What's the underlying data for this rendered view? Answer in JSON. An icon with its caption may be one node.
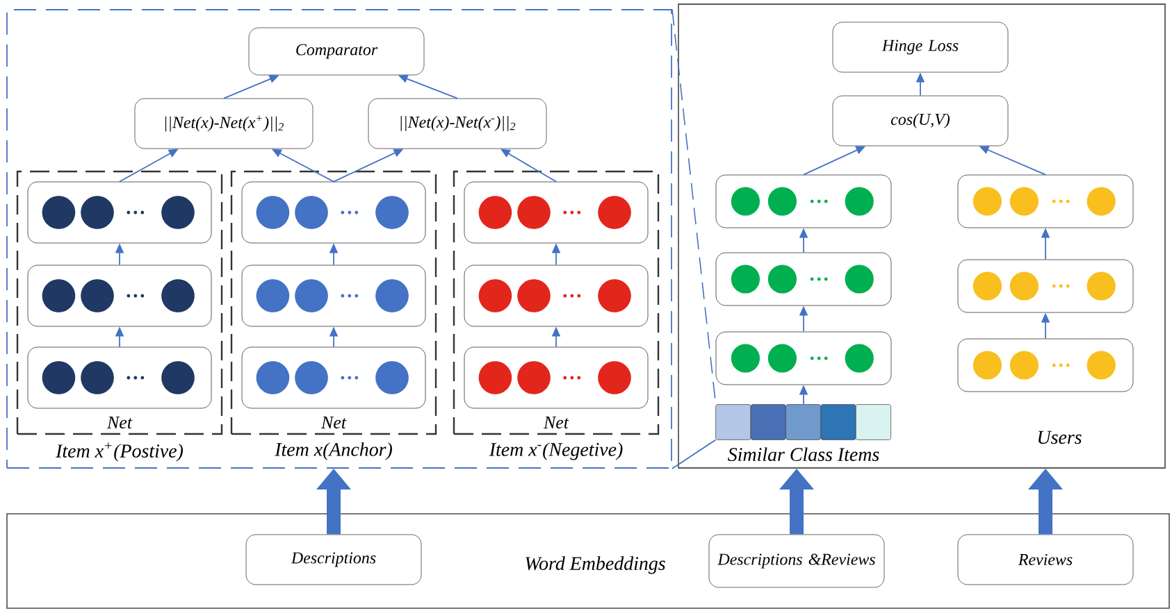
{
  "diagram": {
    "nodes": [
      {
        "text": [],
        "shape": "box"
      },
      {
        "text": [
          "Comparator"
        ],
        "in": 0
      },
      {
        "text": [
          "||Net(x)-Net(x$^{+}$)||$_{2}$"
        ],
        "in": 0
      },
      {
        "text": [
          "||Net(x)-Net(x$^{-}$)||$_{2}$"
        ],
        "in": 0
      },
      {
        "text": [
          "Net"
        ],
        "beside": [
          "Item x$^{+}$(Postive)"
        ],
        "in": 0
      },
      {
        "text": [],
        "shape": "box",
        "in": 4
      },
      {
        "text": [],
        "shape": "box",
        "in": 4
      },
      {
        "text": [],
        "shape": "box",
        "in": 4
      },
      {
        "text": [
          "Net"
        ],
        "beside": [
          "Item x(Anchor)"
        ],
        "in": 0
      },
      {
        "text": [],
        "shape": "box",
        "in": 8
      },
      {
        "text": [],
        "shape": "box",
        "in": 8
      },
      {
        "text": [],
        "shape": "box",
        "in": 8
      },
      {
        "text": [
          "Net"
        ],
        "beside": [
          "Item x$^{-}$(Negetive)"
        ],
        "in": 0
      },
      {
        "text": [],
        "shape": "box",
        "in": 12
      },
      {
        "text": [],
        "shape": "box",
        "in": 12
      },
      {
        "text": [],
        "shape": "box",
        "in": 12
      },
      {
        "text": [],
        "shape": "box"
      },
      {
        "text": [
          "Hinge Loss"
        ],
        "in": 16
      },
      {
        "text": [
          "cos(U,V)"
        ],
        "in": 16
      },
      {
        "text": [],
        "shape": "box",
        "in": 16
      },
      {
        "text": [],
        "shape": "box",
        "in": 16
      },
      {
        "text": [],
        "shape": "box",
        "in": 16
      },
      {
        "text": [],
        "shape": "bar",
        "beside": [
          "Similar Class Items"
        ],
        "in": 16
      },
      {
        "text": [],
        "shape": "box",
        "in": 16
      },
      {
        "text": [],
        "shape": "box",
        "in": 16
      },
      {
        "text": [],
        "shape": "box",
        "in": 16
      },
      {
        "text": [
          "Word Embeddings"
        ]
      },
      {
        "text": [
          "Descriptions"
        ],
        "in": 26
      },
      {
        "text": [
          "Descriptions &Reviews"
        ],
        "in": 26
      },
      {
        "text": [
          "Reviews"
        ],
        "in": 26
      }
    ],
    "edges": [
      {
        "from": 2,
        "to": 1,
        "arrow": "to"
      },
      {
        "from": 3,
        "to": 1,
        "arrow": "to"
      },
      {
        "from": 5,
        "to": 2,
        "arrow": "to"
      },
      {
        "from": 9,
        "to": 2,
        "arrow": "to"
      },
      {
        "from": 9,
        "to": 3,
        "arrow": "to"
      },
      {
        "from": 13,
        "to": 3,
        "arrow": "to"
      },
      {
        "from": 6,
        "to": 5,
        "arrow": "to"
      },
      {
        "from": 7,
        "to": 6,
        "arrow": "to"
      },
      {
        "from": 10,
        "to": 9,
        "arrow": "to"
      },
      {
        "from": 11,
        "to": 10,
        "arrow": "to"
      },
      {
        "from": 14,
        "to": 13,
        "arrow": "to"
      },
      {
        "from": 15,
        "to": 14,
        "arrow": "to"
      },
      {
        "from": 18,
        "to": 17,
        "arrow": "to"
      },
      {
        "from": 19,
        "to": 18,
        "arrow": "to"
      },
      {
        "from": 23,
        "to": 18,
        "arrow": "to"
      },
      {
        "from": 20,
        "to": 19,
        "arrow": "to"
      },
      {
        "from": 21,
        "to": 20,
        "arrow": "to"
      },
      {
        "from": 22,
        "to": 21,
        "arrow": "to"
      },
      {
        "from": 24,
        "to": 23,
        "arrow": "to"
      },
      {
        "from": 25,
        "to": 24,
        "arrow": "to"
      },
      {
        "from": 27,
        "to": 0,
        "arrow": "to",
        "style": "thick"
      },
      {
        "from": 28,
        "to": 16,
        "arrow": "to",
        "style": "thick"
      },
      {
        "from": 29,
        "to": 16,
        "arrow": "to",
        "style": "thick"
      },
      {
        "from": 0,
        "to": 22,
        "arrow": "none",
        "style": "dashed"
      },
      {
        "from": 0,
        "to": 22,
        "arrow": "none"
      }
    ],
    "labels": [
      "Users"
    ]
  }
}
